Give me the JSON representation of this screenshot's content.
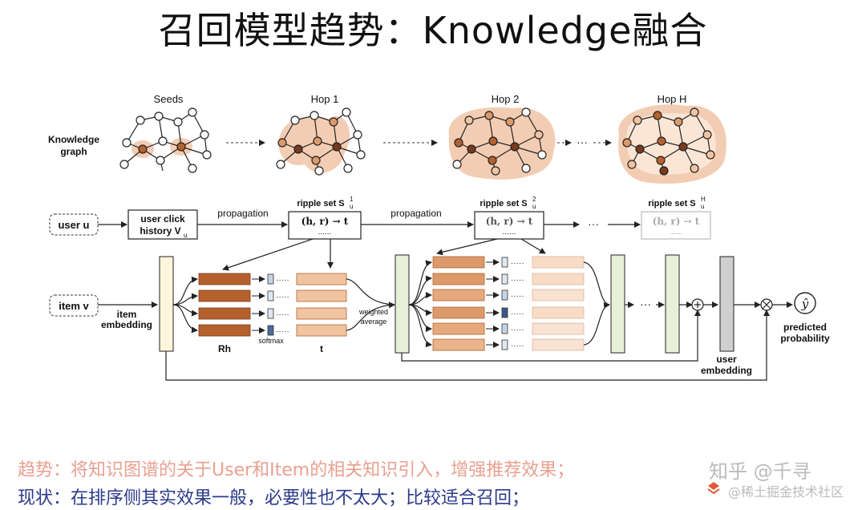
{
  "title": "召回模型趋势：Knowledge融合",
  "kg": {
    "row_label_1": "Knowledge",
    "row_label_2": "graph",
    "stages": [
      "Seeds",
      "Hop 1",
      "Hop 2",
      "Hop H"
    ],
    "ellipsis": "···"
  },
  "ripple": {
    "user_label": "user u",
    "click_line1": "user click",
    "click_line2": "history V",
    "click_sub": "u",
    "propagation": "propagation",
    "set_label": "ripple set S",
    "set_sup": [
      "1",
      "2",
      "H"
    ],
    "set_sub": "u",
    "hrt": "(h, r) → t",
    "dots": "......",
    "ellipsis": "···"
  },
  "network": {
    "item_label": "item v",
    "item_emb_1": "item",
    "item_emb_2": "embedding",
    "rh": "Rh",
    "softmax": "softmax",
    "t": "t",
    "weighted_1": "weighted",
    "weighted_2": "average",
    "user_emb_1": "user",
    "user_emb_2": "embedding",
    "predicted_1": "predicted",
    "predicted_2": "probability",
    "yhat": "ŷ",
    "dots": "·····",
    "ellipsis": "···"
  },
  "bottom": {
    "line1": "趋势：将知识图谱的关于User和Item的相关知识引入，增强推荐效果；",
    "line2": "现状：在排序侧其实效果一般，必要性也不太大；比较适合召回；"
  },
  "watermark": {
    "zhihu": "知乎 @千寻",
    "juejin": "@稀土掘金技术社区"
  },
  "colors": {
    "dark_orange": "#b5612e",
    "mid_orange": "#dc9a6a",
    "light_orange": "#f0c4a0",
    "pale_orange": "#f8e2d2",
    "embedding_yellow": "#fdf6dc",
    "embedding_green": "#e8f0d8",
    "user_gray": "#cfcfcf",
    "blob": "#f3cdb3"
  }
}
